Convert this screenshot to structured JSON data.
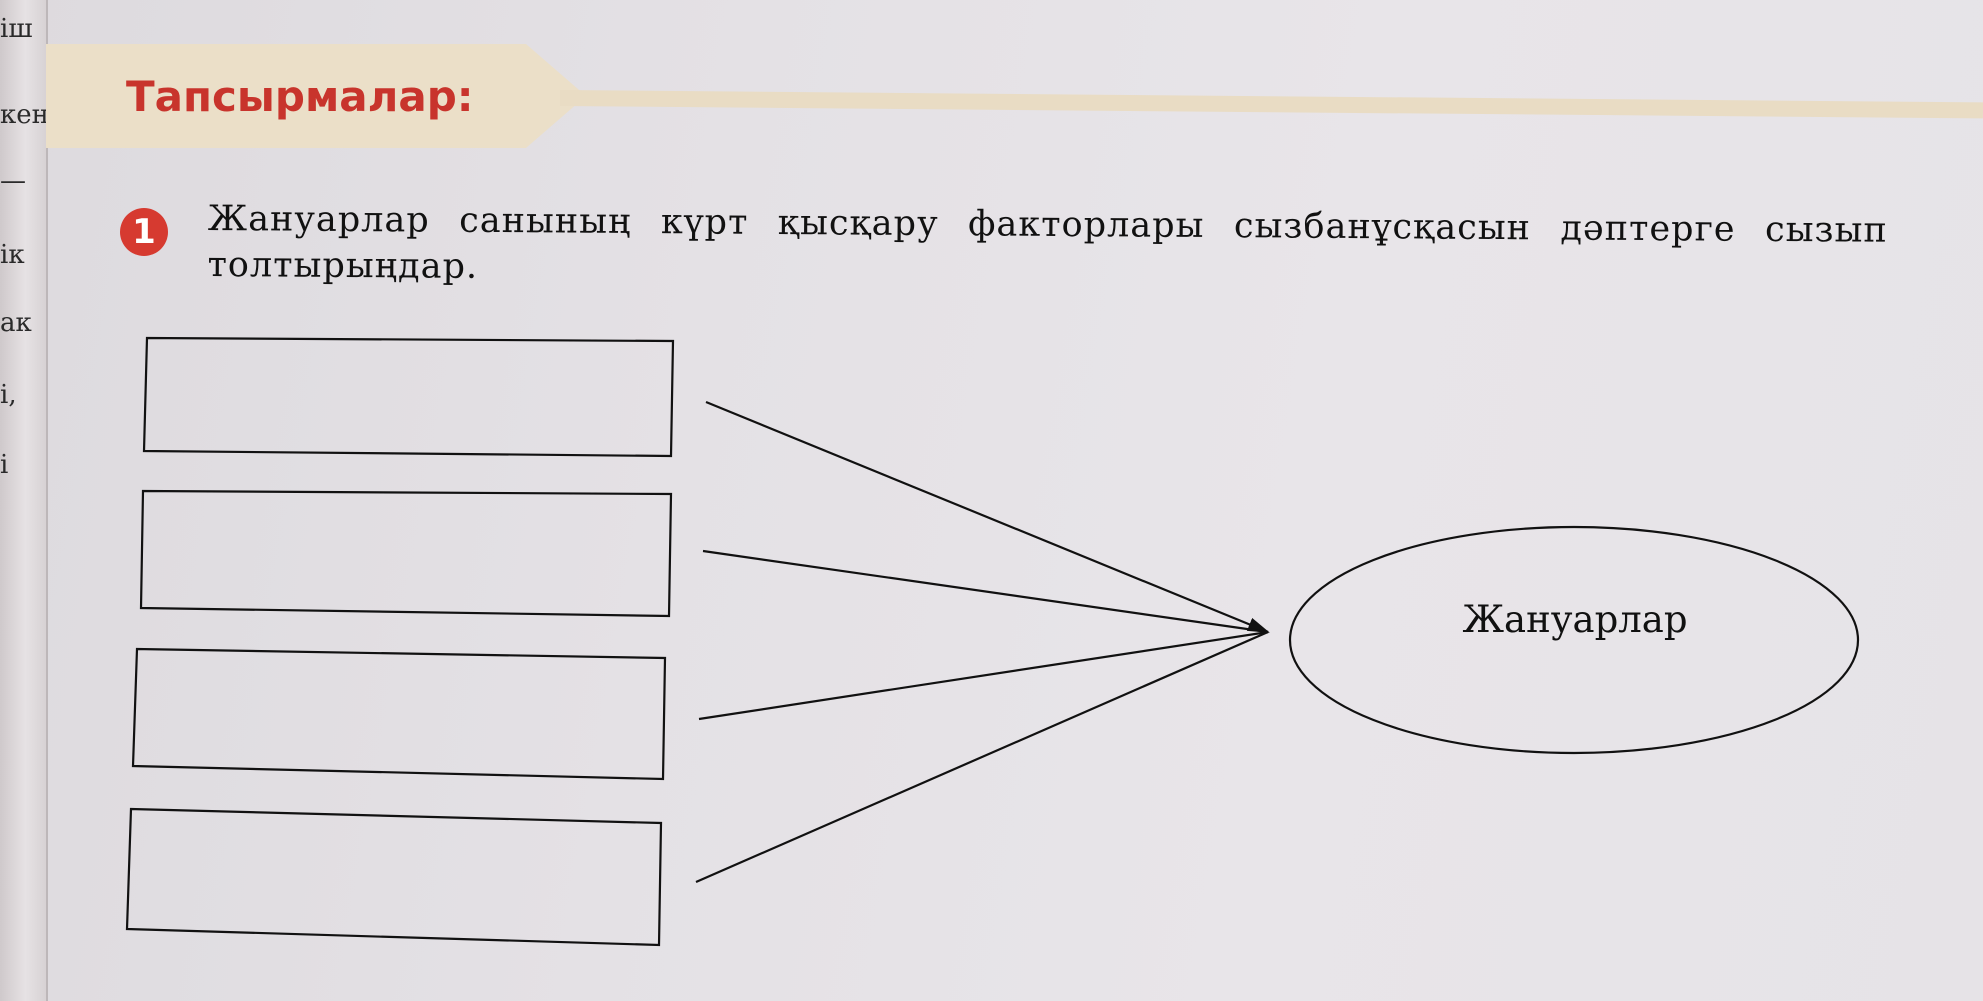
{
  "margin_fragments": [
    "іш",
    "кен",
    "—",
    "ік",
    "ак",
    "і,",
    "і"
  ],
  "header": {
    "title": "Тапсырмалар:"
  },
  "task": {
    "number": "1",
    "text": "Жануарлар санының күрт қысқару факторлары сызбанұсқасын дәптерге сызып толтырыңдар."
  },
  "diagram": {
    "factor_boxes": [
      "",
      "",
      "",
      ""
    ],
    "center_label": "Жануарлар"
  },
  "colors": {
    "accent_red": "#d63a30",
    "header_band": "#ebdfc8",
    "page": "#e6e3e7",
    "ink": "#111111"
  }
}
